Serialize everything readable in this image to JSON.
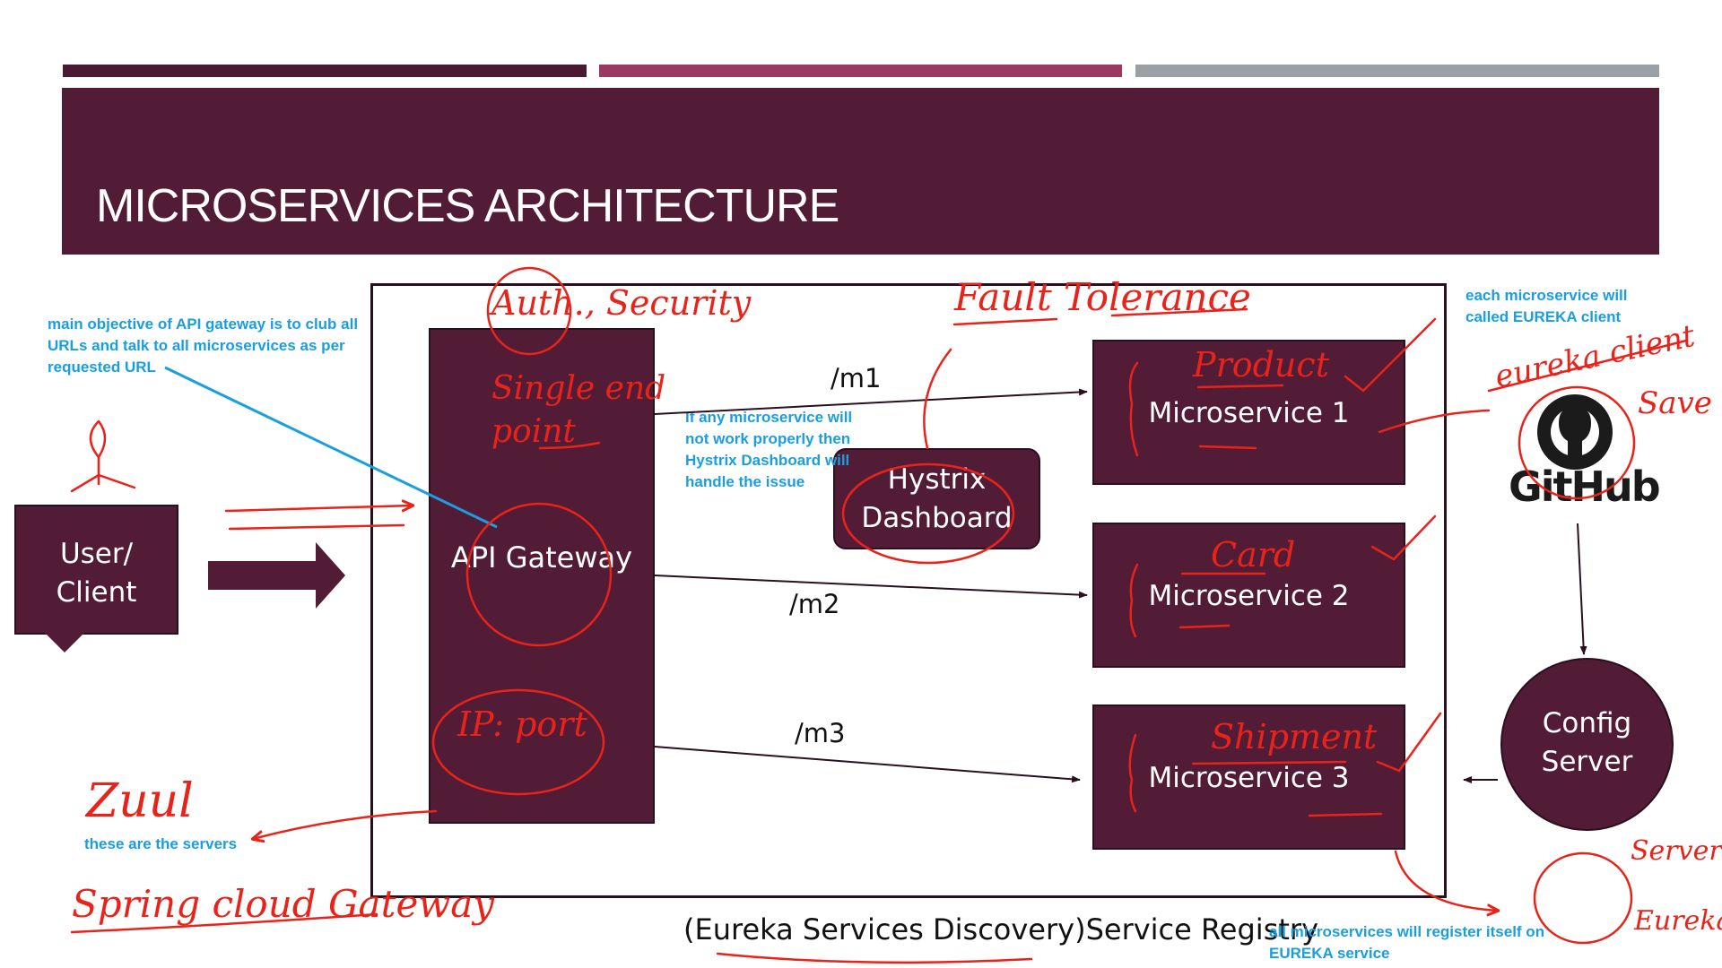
{
  "slide": {
    "title": "MICROSERVICES ARCHITECTURE"
  },
  "colors": {
    "maroon": "#521c36",
    "accent_bar_1": "#4a1a33",
    "accent_bar_2": "#9a3a63",
    "accent_bar_3": "#9aa0a6",
    "note_blue": "#1a9ee0",
    "annotation_red": "#e8231a"
  },
  "diagram": {
    "user_client": "User/ Client",
    "api_gateway": "API Gateway",
    "hystrix_dashboard": "Hystrix Dashboard",
    "microservices": [
      {
        "label": "Microservice 1",
        "route": "/m1"
      },
      {
        "label": "Microservice 2",
        "route": "/m2"
      },
      {
        "label": "Microservice 3",
        "route": "/m3"
      }
    ],
    "config_server": "Config Server",
    "github": "GitHub",
    "github_icon": "github-octocat-icon",
    "registry": "(Eureka Services Discovery)Service Registry"
  },
  "notes": {
    "api_gateway_objective": "main objective of API gateway is to club all URLs and talk to all microservices as per requested URL",
    "hystrix": "If any microservice will not work properly then Hystrix Dashboard will handle the issue",
    "eureka_client": "each microservice will called EUREKA client",
    "servers": "these are the servers",
    "register": "all microservices will register itself on EUREKA service"
  },
  "handwritten": {
    "auth": "Auth., Security",
    "single_endpoint": "Single end point",
    "fault_tolerance": "Fault Tolerance",
    "product": "Product",
    "card": "Card",
    "shipment": "Shipment",
    "eureka_client": "eureka client",
    "save": "Save",
    "ip_port": "IP: port",
    "zuul": "Zuul",
    "spring_cloud_gateway": "Spring cloud Gateway",
    "server": "Server",
    "eureka": "Eureka"
  }
}
